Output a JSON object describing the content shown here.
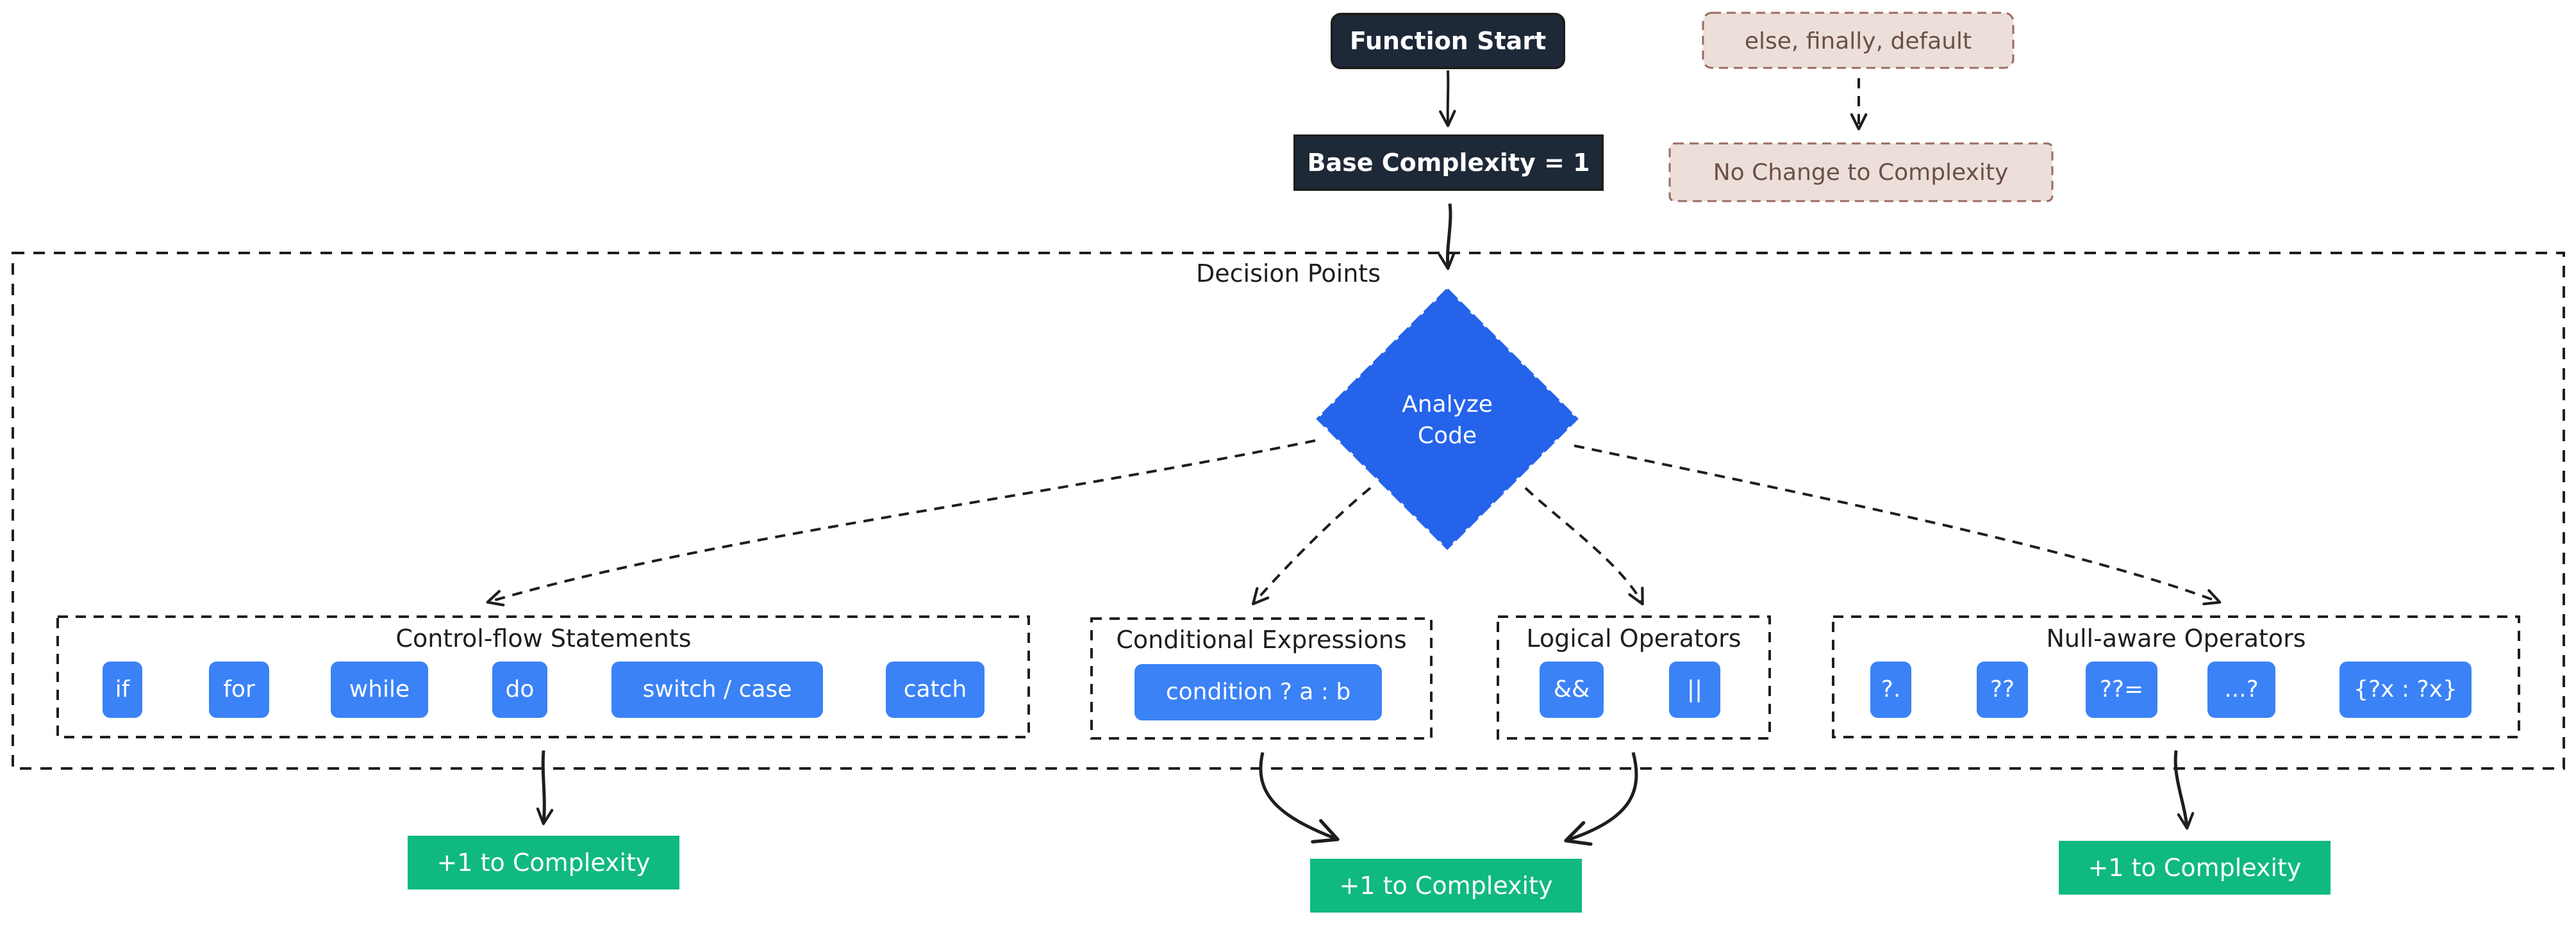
{
  "colors": {
    "dark": "#1e2938",
    "blue": "#2563eb",
    "token_blue": "#3b82f6",
    "green": "#10b981",
    "beige_fill": "#ecdfd9",
    "beige_stroke": "#9a6b62",
    "beige_text": "#6b4f48",
    "line": "#1e1e1e",
    "white": "#ffffff"
  },
  "nodes": {
    "start": "Function Start",
    "base": "Base Complexity = 1",
    "neutral_keywords": "else, finally, default",
    "no_change": "No Change to Complexity",
    "decision_points": "Decision Points",
    "analyze": [
      "Analyze",
      "Code"
    ]
  },
  "groups": {
    "control_flow": {
      "title": "Control-flow Statements",
      "tokens": [
        "if",
        "for",
        "while",
        "do",
        "switch / case",
        "catch"
      ]
    },
    "conditional": {
      "title": "Conditional Expressions",
      "tokens": [
        "condition ? a : b"
      ]
    },
    "logical": {
      "title": "Logical Operators",
      "tokens": [
        "&&",
        "||"
      ]
    },
    "null_aware": {
      "title": "Null-aware Operators",
      "tokens": [
        "?.",
        "??",
        "??=",
        "...?",
        "{?x : ?x}"
      ]
    }
  },
  "results": {
    "left": "+1 to Complexity",
    "center": "+1 to Complexity",
    "right": "+1 to Complexity"
  }
}
